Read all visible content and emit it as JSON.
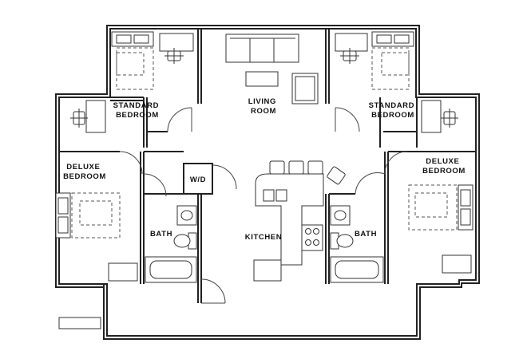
{
  "rooms": {
    "standard_bedroom_left": [
      "STANDARD",
      "BEDROOM"
    ],
    "living_room": [
      "LIVING",
      "ROOM"
    ],
    "standard_bedroom_right": [
      "STANDARD",
      "BEDROOM"
    ],
    "deluxe_bedroom_left": [
      "DELUXE",
      "BEDROOM"
    ],
    "deluxe_bedroom_right": [
      "DELUXE",
      "BEDROOM"
    ],
    "laundry": "W/D",
    "bath_left": "BATH",
    "kitchen": "KITCHEN",
    "bath_right": "BATH"
  },
  "icons": [
    "desk-chair-icon",
    "bed-icon",
    "sofa-icon",
    "toilet-icon",
    "sink-icon",
    "bathtub-icon",
    "stove-icon",
    "bar-stool-icon"
  ]
}
